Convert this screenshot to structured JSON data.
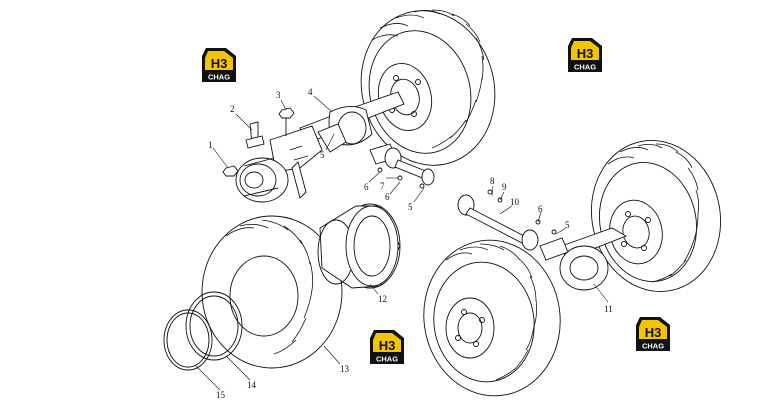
{
  "logo": {
    "mark": "H3",
    "wordmark": "CHAG",
    "colors": {
      "yellow": "#f5c400",
      "black": "#111111"
    }
  },
  "callouts": [
    "1",
    "2",
    "3",
    "4",
    "5",
    "6",
    "7",
    "6",
    "5",
    "8",
    "9",
    "10",
    "6",
    "5",
    "11",
    "12",
    "13",
    "14",
    "15"
  ],
  "colors": {
    "line": "#111111",
    "background": "#ffffff"
  }
}
